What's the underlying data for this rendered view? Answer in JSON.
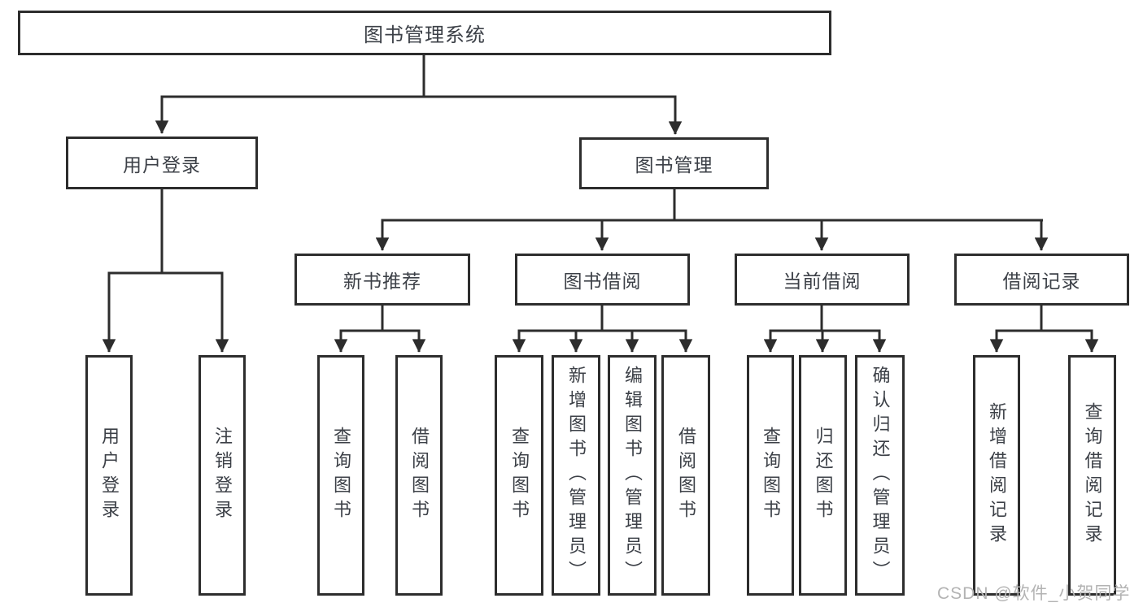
{
  "colors": {
    "line": "#2d2d2d",
    "border": "#2d2d2d",
    "text": "#3c4047",
    "background": "#ffffff",
    "watermark": "#b3b3b3"
  },
  "diagram": {
    "root": {
      "label": "图书管理系统"
    },
    "user_login": {
      "label": "用户登录",
      "children": [
        {
          "label": "用户登录"
        },
        {
          "label": "注销登录"
        }
      ]
    },
    "book_management": {
      "label": "图书管理",
      "children": [
        {
          "label": "新书推荐",
          "children": [
            {
              "label": "查询图书"
            },
            {
              "label": "借阅图书"
            }
          ]
        },
        {
          "label": "图书借阅",
          "children": [
            {
              "label": "查询图书"
            },
            {
              "label": "新增图书（管理员）"
            },
            {
              "label": "编辑图书（管理员）"
            },
            {
              "label": "借阅图书"
            }
          ]
        },
        {
          "label": "当前借阅",
          "children": [
            {
              "label": "查询图书"
            },
            {
              "label": "归还图书"
            },
            {
              "label": "确认归还（管理员）"
            }
          ]
        },
        {
          "label": "借阅记录",
          "children": [
            {
              "label": "新增借阅记录"
            },
            {
              "label": "查询借阅记录"
            }
          ]
        }
      ]
    },
    "watermark": "CSDN @软件_小贺同学"
  }
}
